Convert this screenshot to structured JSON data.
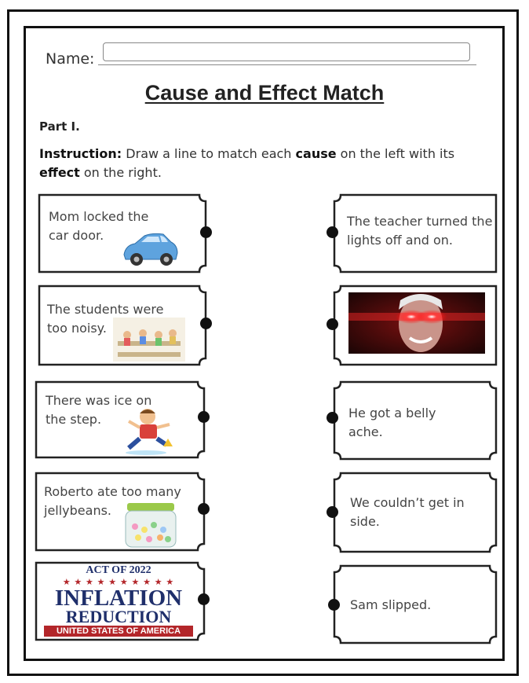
{
  "header": {
    "name_label": "Name:",
    "name_value": "",
    "title": "Cause and Effect Match"
  },
  "part": "Part I.",
  "instruction": {
    "lead": "Instruction:",
    "t1": " Draw a line to match each ",
    "cause": "cause",
    "t2": " on the left with its ",
    "effect": "effect",
    "t3": " on the right."
  },
  "causes": [
    {
      "text": "Mom locked the car door.",
      "picture": "car-image"
    },
    {
      "text": "The students were too noisy.",
      "picture": "classroom-image"
    },
    {
      "text": "There was ice on the step.",
      "picture": "slipping-boy-image"
    },
    {
      "text": "Roberto ate too many jellybeans.",
      "picture": "jellybean-jar-image"
    },
    {
      "text": "",
      "picture": "inflation-reduction-act-logo"
    }
  ],
  "logo": {
    "top": "ACT OF 2022",
    "stars": "★ ★ ★ ★ ★ ★ ★ ★ ★ ★",
    "line1": "INFLATION",
    "line2": "REDUCTION",
    "band": "UNITED STATES OF AMERICA"
  },
  "effects": [
    {
      "text": "The teacher turned the lights off and on."
    },
    {
      "text": "",
      "picture": "glowing-eyes-photo"
    },
    {
      "text": "He got a belly ache."
    },
    {
      "text": "We couldn’t get in side."
    },
    {
      "text": "Sam slipped."
    }
  ],
  "colors": {
    "frame": "#111111",
    "logo_red": "#b3262a",
    "logo_blue": "#1f2f6b"
  }
}
